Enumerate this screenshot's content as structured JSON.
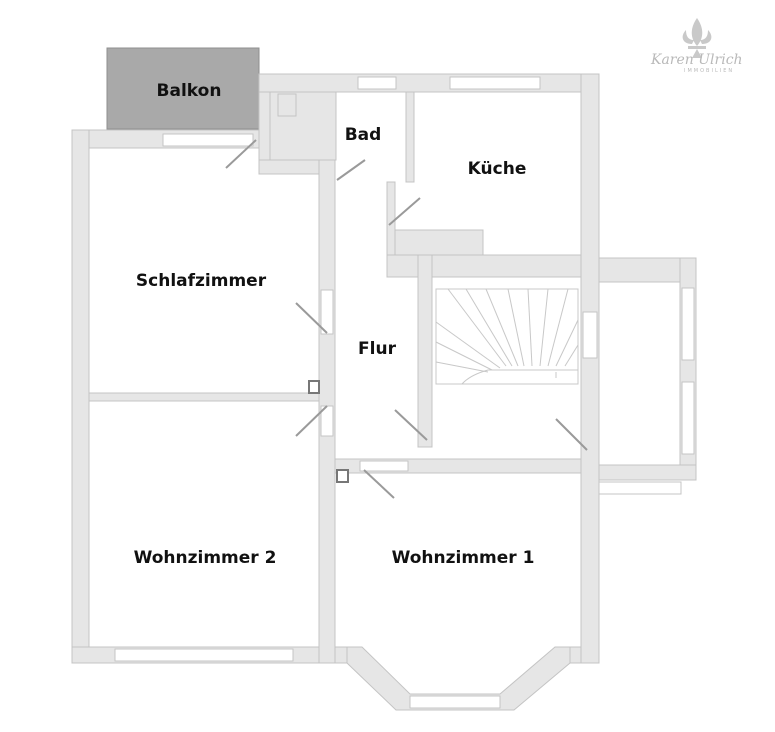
{
  "rooms": {
    "balkon": "Balkon",
    "bad": "Bad",
    "kueche": "Küche",
    "schlafzimmer": "Schlafzimmer",
    "flur": "Flur",
    "wohnzimmer2": "Wohnzimmer 2",
    "wohnzimmer1": "Wohnzimmer 1"
  },
  "logo": {
    "script": "Karen Ulrich",
    "sub": "IMMOBILIEN"
  },
  "colors": {
    "wall": "#e6e6e6",
    "balcony": "#a9a9a9",
    "background": "#ffffff"
  }
}
